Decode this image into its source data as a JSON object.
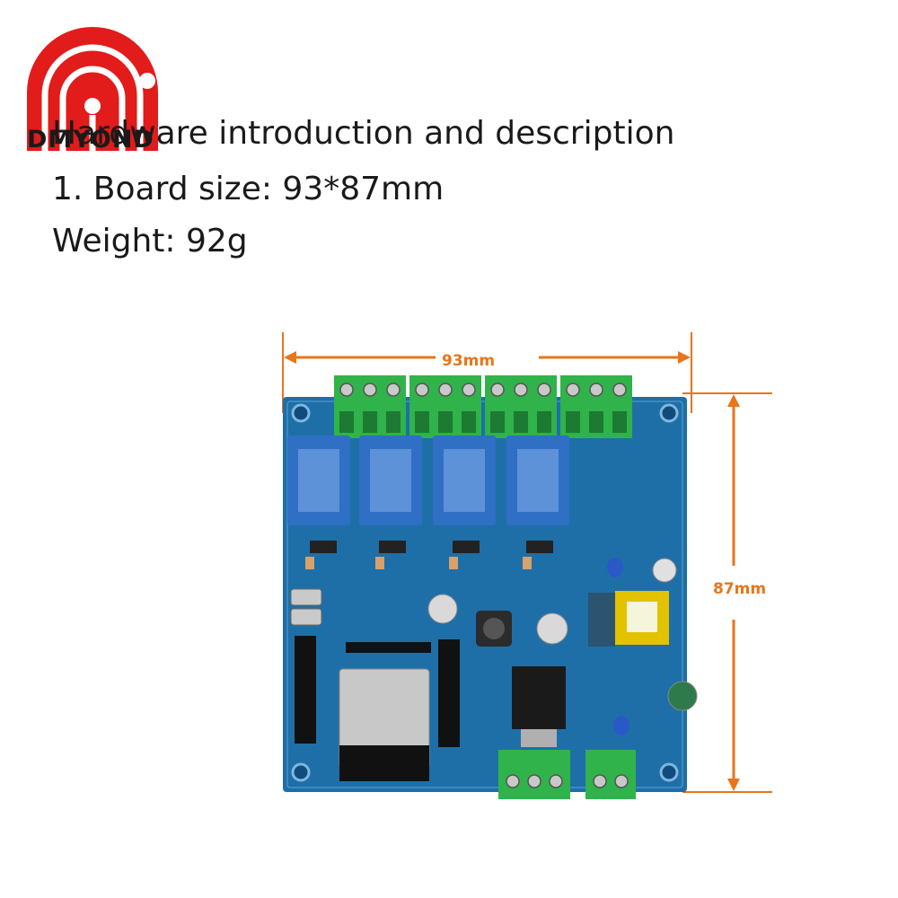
{
  "brand": {
    "logo_text": "DMYOND",
    "logo_color": "#e21b1b"
  },
  "heading": "Hardware introduction and description",
  "specs": {
    "board_size": "1. Board size: 93*87mm",
    "weight": "Weight: 92g"
  },
  "dimensions": {
    "width_label": "93mm",
    "height_label": "87mm",
    "arrow_color": "#e8751a"
  },
  "board": {
    "pcb_color": "#1e6fa8",
    "relay_color": "#2f6fc4",
    "terminal_color": "#2fb34a",
    "relay_count": 4
  }
}
